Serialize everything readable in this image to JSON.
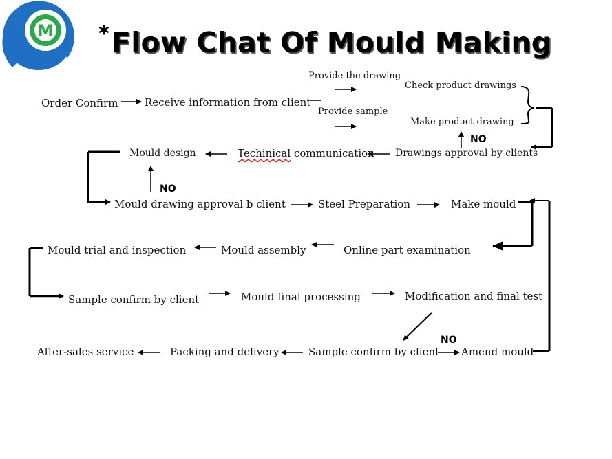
{
  "title": "Flow Chat Of Mould Making",
  "title_marker": "*",
  "logo": {
    "letter": "M",
    "colors": {
      "outer": "#1f6fc4",
      "ring": "#ffffff",
      "inner": "#2aa84a"
    }
  },
  "no_label": "NO",
  "nodes": {
    "order_confirm": "Order Confirm",
    "receive_info": "Receive information from client",
    "provide_drawing": "Provide the drawing",
    "provide_sample": "Provide sample",
    "check_drawings": "Check product drawings",
    "make_drawing": "Make product drawing",
    "drawings_approval": "Drawings approval by clients",
    "tech_comm": "Techinical communication",
    "tech_comm_rest": " communication",
    "tech_comm_first": "Techinical",
    "mould_design": "Mould design",
    "mould_drawing_approval": "Mould drawing approval b client",
    "steel_prep": "Steel Preparation",
    "make_mould": "Make mould",
    "online_exam": "Online part examination",
    "mould_assembly": "Mould assembly",
    "mould_trial": "Mould trial and inspection",
    "sample_confirm_1": "Sample confirm by client",
    "mould_final": "Mould final processing",
    "modification": "Modification and final test",
    "sample_confirm_2": "Sample confirm by client",
    "amend_mould": "Amend mould",
    "packing": "Packing and delivery",
    "after_sales": "After-sales service"
  }
}
